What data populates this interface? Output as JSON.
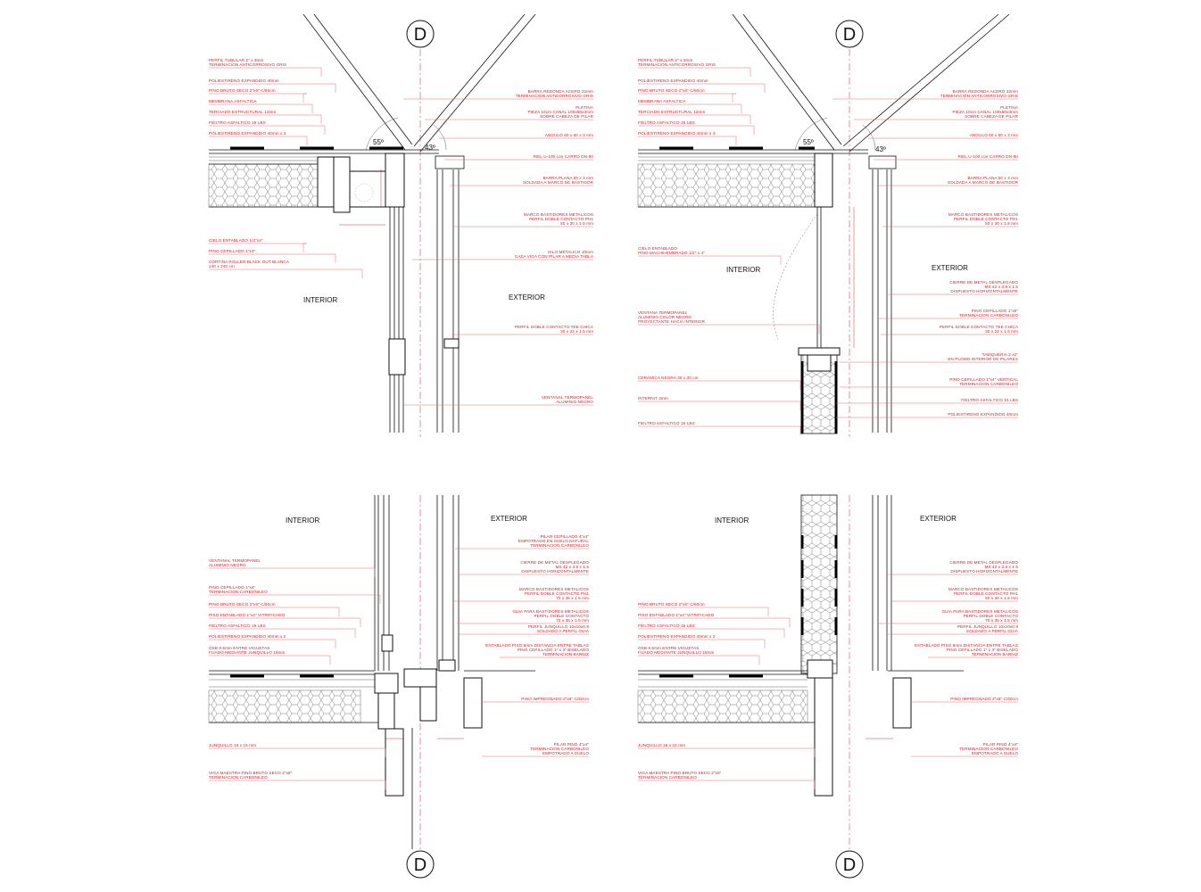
{
  "grid_label": "D",
  "zones": {
    "interior": "INTERIOR",
    "exterior": "EXTERIOR"
  },
  "angles": {
    "left": "55º",
    "right": "43º"
  },
  "panels": {
    "tl": {
      "left": [
        "PERFIL TUBULAR 2\" x 3mm|TERMINACION ANTICORROSIVO GRIS",
        "POLIESTIRENO EXPANDIDO 40mm",
        "PINO BRUTO SECO 2\"x6\" C/60cm",
        "MEMBRANA ASFALTICA",
        "TERCIADO ESTRUCTURAL 12mm",
        "FIELTRO ASFALTICO 15 LBS",
        "POLIESTIRENO EXPANDIDO 40mm x 3",
        "CIELO ENTABLADO 1/2\"x4\"",
        "PINO CEPILLADO 1\"x3\"",
        "CORTINA ROLLER BLACK OUT BLANCA|140 x 240 cm"
      ],
      "right": [
        "BARRA REDONDA ACERO 22mm|TERMINACION ANTICORROSIVO GRIS",
        "PLETINA|PIEZA 10cm CANAL 100x50x3mm|SOBRE CABEZA DE PILAR",
        "ANGULO 60 x 60 x 3 mm",
        "RIEL U-100 con CARRO DN-80",
        "BARRA PLANA 50 x 3 mm|SOLDADA A MARCO DE BASTIDOR",
        "MARCO BASTIDORES METALICOS|PERFIL DOBLE CONTACTO PH1|50 x 30 x 1.5 mm",
        "HILO METALICO 10mm|CAZA VIGA CON PILAR A MEDIA TABLA",
        "PERFIL DOBLE CONTACTO TEE CHICA|30 x 22 x 1.5 mm",
        "VENTANAL TERMOPANEL|ALUMINIO NEGRO"
      ]
    },
    "tr": {
      "left": [
        "PERFIL TUBULAR 2\" x 3mm|TERMINACION ANTICORROSIVO GRIS",
        "POLIESTIRENO EXPANDIDO 40mm",
        "PINO BRUTO SECO 2\"x6\" C/60cm",
        "MEMBRANA ASFALTICA",
        "TERCIADO ESTRUCTURAL 12mm",
        "FIELTRO ASFALTICO 15 LBS",
        "POLIESTIRENO EXPANDIDO 40mm x 3",
        "CIELO ENTABLADO|PINO MACHIHEMBRADO 1/2\" x 4\"",
        "VENTANA TERMOPANEL|ALUMINIO COLOR NEGRO|PROYECTANTE HACIA INTERIOR",
        "CERAMICA NEGRA 30 x 20 cm",
        "INTERNIT 4mm",
        "FIELTRO ASFALTICO 15 LBS"
      ],
      "right": [
        "BARRA REDONDA ACERO 22mm|TERMINACION ANTICORROSIVO GRIS",
        "PLETINA|PIEZA 10cm CANAL 100x50x3mm|SOBRE CABEZA DE PILAR",
        "ANGULO 60 x 60 x 3 mm",
        "RIEL U-100 con CARRO DN-80",
        "BARRA PLANA 50 x 3 mm|SOLDADA A MARCO DE BASTIDOR",
        "MARCO BASTIDORES METALICOS|PERFIL DOBLE CONTACTO PH1|50 x 30 x 1.5 mm",
        "CIERRE DE METAL DESPLEGADO|MS 42 x 3.8 x 1.5|DISPUESTO HORIZONTALMENTE",
        "PINO CEPILLADO 1\"x5\"|TERMINACION CARBONILEO",
        "PERFIL DOBLE CONTACTO TEE CHICA|30 x 22 x 1.5 mm",
        "TABIQUERIA 2 x2\"|EN PLOMO INTERIOR DE PILARES",
        "PINO CEPILLADO 1\"x4\" VERTICAL|TERMINACION CARBONILEO",
        "FIELTRO ASFALTICO 15 LBS",
        "POLIESTIRENO EXPANDIDO 40mm"
      ]
    },
    "bl": {
      "left": [
        "VENTANAL TERMOPANEL|ALUMINIO NEGRO",
        "PINO CEPILLADO 1\"x4\"|TERMINACION CARBONILEO",
        "PINO BRUTO SECO 2\"x6\" C/60cm",
        "PISO ENTABLADO 1\"x4\" VITRIFICADO",
        "FIELTRO ASFALTICO 15 LBS",
        "POLIESTIRENO EXPANDIDO 40mm x 2",
        "OSB 9.5mm ENTRE VIGUETAS|FIJADO MEDIANTE JUNQUILLO 19mm",
        "JUNQUILLO 15 x 15 mm",
        "VIGA MAESTRA PINO BRUTO SECO 2\"x8\"|TERMINACION CARBONILEO"
      ],
      "right": [
        "PILAR CEPILLADO 4\"x4\"|EMPOTRADO EN SUELO NATURAL|TERMINACION CARBONILEO",
        "CIERRE DE METAL DESPLEGADO|MS 42 x 3.8 x 1.5|DISPUESTO HORIZONTALMENTE",
        "MARCO BASTIDORES METALICOS|PERFIL DOBLE CONTACTO PH1|70 x 35 x 1.5 mm",
        "GUIA PARA BASTIDORES METALICOS|PERFIL DOBLE CONTACTO|70 x 35 x 1.5 mm",
        "PERFIL JUNQUILLO 10x10x0.8|SOLDADO A PERFIL GUIA",
        "ENTABLADO PISO 8mm DISTANCIA ENTRE TABLAS|PINO CEPILLADO 1\" x 3\" BISELADO|TERMINACION BARNIZ",
        "PINO IMPREGNADO 2\"x6\" C/60cm",
        "PILAR PINO 4\"x4\"|TERMINACION CARBONILEO|EMPOTRADO A SUELO"
      ]
    },
    "br": {
      "left": [
        "PINO BRUTO SECO 2\"x6\" C/60cm",
        "PISO ENTABLADO 1\"x4\" VITRIFICADO",
        "FIELTRO ASFALTICO 15 LBS",
        "POLIESTIRENO EXPANDIDO 40mm x 2",
        "OSB 9.5mm ENTRE VIGUETAS|FIJADO MEDIANTE JUNQUILLO 19mm",
        "JUNQUILLO 15 x 15 mm",
        "VIGA MAESTRA PINO BRUTO SECO 2\"x8\"|TERMINACION CARBONILEO"
      ],
      "right": [
        "CIERRE DE METAL DESPLEGADO|MS 42 x 3.8 x 1.5|DISPUESTO HORIZONTALMENTE",
        "MARCO BASTIDORES METALICOS|PERFIL DOBLE CONTACTO PH1|50 x 30 x 1.5 mm",
        "GUIA PARA BASTIDORES METALICOS|PERFIL DOBLE CONTACTO|70 x 35 x 1.5 mm",
        "PERFIL JUNQUILLO 10x10x0.8|SOLDADO A PERFIL GUIA",
        "ENTABLADO PISO 8mm DISTANCIA ENTRE TABLAS|PINO CEPILLADO 1\" x 3\" BISELADO|TERMINACION BARNIZ",
        "PINO IMPREGNADO 2\"x6\" C/60cm",
        "PILAR PINO 4\"x4\"|TERMINACION CARBONILEO|EMPOTRADO A SUELO"
      ]
    }
  }
}
